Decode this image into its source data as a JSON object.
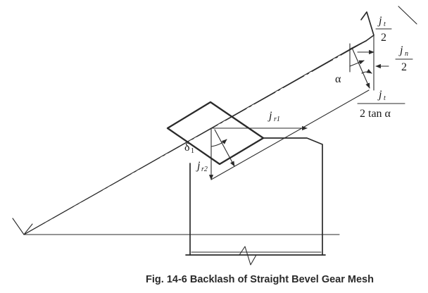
{
  "caption": "Fig. 14-6  Backlash of Straight Bevel Gear Mesh",
  "labels": {
    "jt_half": {
      "main": "j",
      "sub": "t",
      "den": "2"
    },
    "jn_half": {
      "main": "j",
      "sub": "n",
      "den": "2"
    },
    "jt_tan": {
      "main": "j",
      "sub": "t",
      "den": "2 tan α"
    },
    "alpha": "α",
    "jr1": {
      "main": "j",
      "sub": "r1"
    },
    "jr2": {
      "main": "j",
      "sub": "r2"
    },
    "delta1": {
      "main": "δ",
      "sub": "1"
    }
  },
  "colors": {
    "line": "#2a2a2a",
    "text": "#1a1a1a"
  }
}
